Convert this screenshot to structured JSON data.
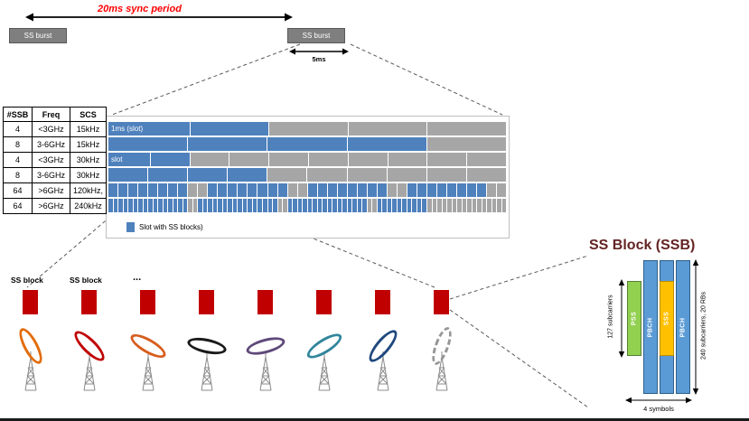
{
  "top": {
    "sync_period_label": "20ms sync period",
    "ss_burst_1": "SS burst",
    "ss_burst_2": "SS burst",
    "five_ms_label": "5ms"
  },
  "table": {
    "headers": [
      "#SSB",
      "Freq",
      "SCS"
    ],
    "rows": [
      [
        "4",
        "<3GHz",
        "15kHz"
      ],
      [
        "8",
        "3-6GHz",
        "15kHz"
      ],
      [
        "4",
        "<3GHz",
        "30kHz"
      ],
      [
        "8",
        "3-6GHz",
        "30kHz"
      ],
      [
        "64",
        ">6GHz",
        "120kHz,"
      ],
      [
        "64",
        ">6GHz",
        "240kHz"
      ]
    ]
  },
  "slot_chart": {
    "blue": "#4f81bd",
    "gray": "#a6a6a6",
    "legend": "Slot with SS blocks)",
    "rows": [
      {
        "label": "1ms (slot)",
        "segments": [
          [
            "b",
            2
          ],
          [
            "g",
            3
          ]
        ]
      },
      {
        "label": "",
        "segments": [
          [
            "b",
            4
          ],
          [
            "g",
            1
          ]
        ]
      },
      {
        "label": "slot",
        "segments": [
          [
            "b",
            2
          ],
          [
            "g",
            8
          ]
        ]
      },
      {
        "label": "",
        "segments": [
          [
            "b",
            4
          ],
          [
            "g",
            6
          ]
        ]
      },
      {
        "label": "",
        "segments": [
          [
            "b",
            8
          ],
          [
            "g",
            2
          ],
          [
            "b",
            8
          ],
          [
            "g",
            2
          ],
          [
            "b",
            8
          ],
          [
            "g",
            2
          ],
          [
            "b",
            8
          ],
          [
            "g",
            2
          ]
        ]
      },
      {
        "label": "",
        "segments": [
          [
            "b",
            16
          ],
          [
            "g",
            2
          ],
          [
            "b",
            16
          ],
          [
            "g",
            2
          ],
          [
            "b",
            16
          ],
          [
            "g",
            2
          ],
          [
            "b",
            10
          ],
          [
            "g",
            16
          ]
        ]
      }
    ]
  },
  "ss_blocks": {
    "block_color": "#c00000",
    "labels": [
      "SS block",
      "SS block",
      "..."
    ],
    "beams": [
      {
        "color": "#e36c0a",
        "angle": 62,
        "dashed": false
      },
      {
        "color": "#c00000",
        "angle": 45,
        "dashed": false
      },
      {
        "color": "#d75d1e",
        "angle": 30,
        "dashed": false
      },
      {
        "color": "#1a1a1a",
        "angle": 12,
        "dashed": false
      },
      {
        "color": "#5f497a",
        "angle": -15,
        "dashed": false
      },
      {
        "color": "#31859c",
        "angle": -32,
        "dashed": false
      },
      {
        "color": "#1f497d",
        "angle": -50,
        "dashed": false
      },
      {
        "color": "#969696",
        "angle": -70,
        "dashed": true
      }
    ]
  },
  "ssb_detail": {
    "title": "SS Block (SSB)",
    "pss": "PSS",
    "sss": "SSS",
    "pbch_left": "PBCH",
    "pbch_right": "PBCH",
    "label_127": "127 subcarriers",
    "label_240": "240 subcarriers, 20 RBs",
    "label_4sym": "4 symbols",
    "colors": {
      "pss": "#92d050",
      "sss": "#ffc000",
      "pbch": "#5b9bd5"
    }
  }
}
